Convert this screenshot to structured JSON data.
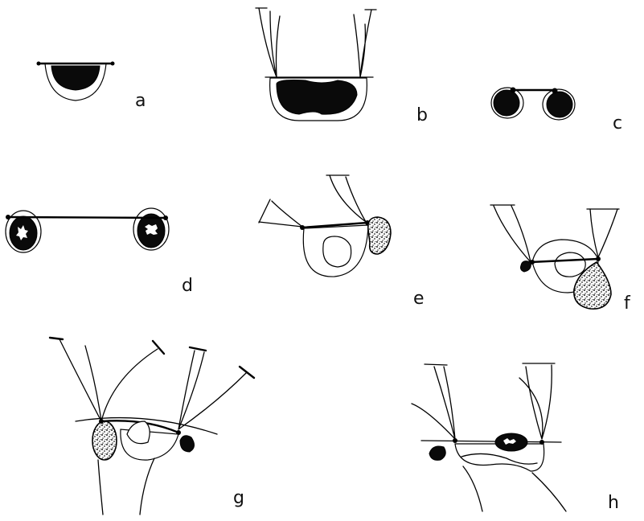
{
  "panels": {
    "a": {
      "label": "a"
    },
    "b": {
      "label": "b"
    },
    "c": {
      "label": "c"
    },
    "d": {
      "label": "d"
    },
    "e": {
      "label": "e"
    },
    "f": {
      "label": "f"
    },
    "g": {
      "label": "g"
    },
    "h": {
      "label": "h"
    }
  },
  "colors": {
    "ink": "#000000",
    "paper": "#ffffff",
    "stipple": "#555555"
  }
}
